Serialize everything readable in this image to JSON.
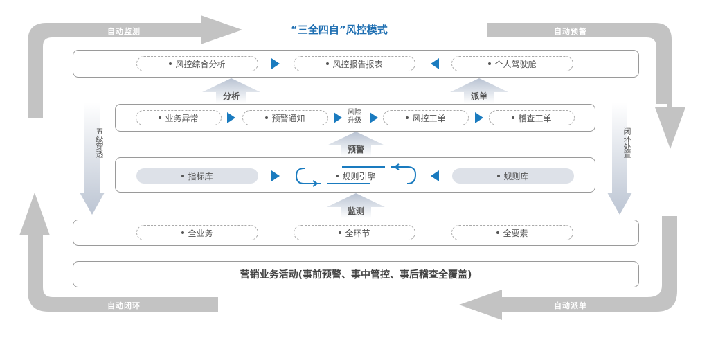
{
  "title": "“三全四自”风控模式",
  "loop_arrows": {
    "top_left": "自动监测",
    "top_right": "自动预警",
    "bottom_left": "自动闭环",
    "bottom_right": "自动派单"
  },
  "side_arrows": {
    "left": "五级穿透",
    "right": "闭环处置"
  },
  "layers": {
    "analysis": {
      "items": [
        "风控综合分析",
        "风控报告报表",
        "个人驾驶舱"
      ]
    },
    "warning": {
      "items": [
        "业务异常",
        "预警通知",
        "风控工单",
        "稽查工单"
      ],
      "risk_upgrade": [
        "风险",
        "升级"
      ]
    },
    "engine": {
      "left": "指标库",
      "center": "规则引擎",
      "right": "规则库"
    },
    "coverage": {
      "items": [
        "全业务",
        "全环节",
        "全要素"
      ]
    }
  },
  "up_arrows": {
    "analysis": "分析",
    "dispatch": "派单",
    "warning": "预警",
    "monitor": "监测"
  },
  "bottom_bar": "营销业务活动(事前预警、事中管控、事后稽查全覆盖)",
  "colors": {
    "accent_blue": "#1a7bbf",
    "title_blue": "#1f6fb2",
    "loop_gray": "#c3c3c3",
    "pill_fill": "#dde1e8"
  }
}
